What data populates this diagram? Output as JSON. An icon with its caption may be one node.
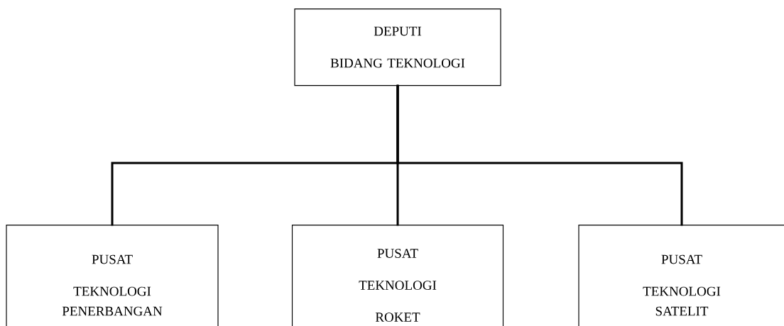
{
  "diagram": {
    "nodes": [
      {
        "text": [
          "DEPUTI",
          "BIDANG TEKNOLOGI"
        ]
      },
      {
        "text": [
          "PUSAT",
          "TEKNOLOGI PENERBANGAN"
        ]
      },
      {
        "text": [
          "PUSAT",
          "TEKNOLOGI",
          "ROKET"
        ]
      },
      {
        "text": [
          "PUSAT",
          "TEKNOLOGI SATELIT"
        ]
      }
    ],
    "edges": [
      {
        "from": 0,
        "to": 1,
        "arrow": "none"
      },
      {
        "from": 0,
        "to": 2,
        "arrow": "none"
      },
      {
        "from": 0,
        "to": 3,
        "arrow": "none"
      }
    ]
  }
}
